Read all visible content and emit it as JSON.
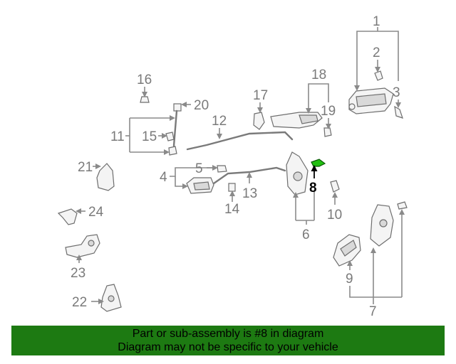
{
  "callouts": {
    "c1": "1",
    "c2": "2",
    "c3": "3",
    "c4": "4",
    "c5": "5",
    "c6": "6",
    "c7": "7",
    "c8": "8",
    "c9": "9",
    "c10": "10",
    "c11": "11",
    "c12": "12",
    "c13": "13",
    "c14": "14",
    "c15": "15",
    "c16": "16",
    "c17": "17",
    "c18": "18",
    "c19": "19",
    "c20": "20",
    "c21": "21",
    "c22": "22",
    "c23": "23",
    "c24": "24"
  },
  "highlight": {
    "color": "#22c011",
    "callout": "8"
  },
  "banner": {
    "background": "#1d7a12",
    "line1": "Part or sub-assembly is #8 in diagram",
    "line2": "Diagram may not be specific to your vehicle"
  }
}
